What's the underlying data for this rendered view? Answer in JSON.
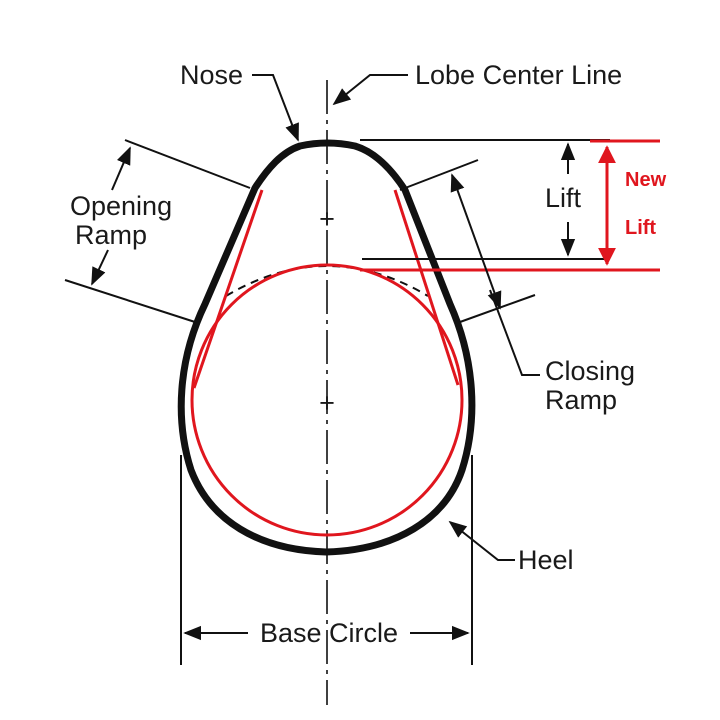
{
  "labels": {
    "nose": "Nose",
    "lobe_center_line": "Lobe Center Line",
    "opening_ramp_line1": "Opening",
    "opening_ramp_line2": "Ramp",
    "lift": "Lift",
    "new_lift_line1": "New",
    "new_lift_line2": "Lift",
    "closing_ramp_line1": "Closing",
    "closing_ramp_line2": "Ramp",
    "heel": "Heel",
    "base_circle": "Base Circle"
  },
  "colors": {
    "ink": "#111111",
    "highlight": "#e0161e"
  }
}
